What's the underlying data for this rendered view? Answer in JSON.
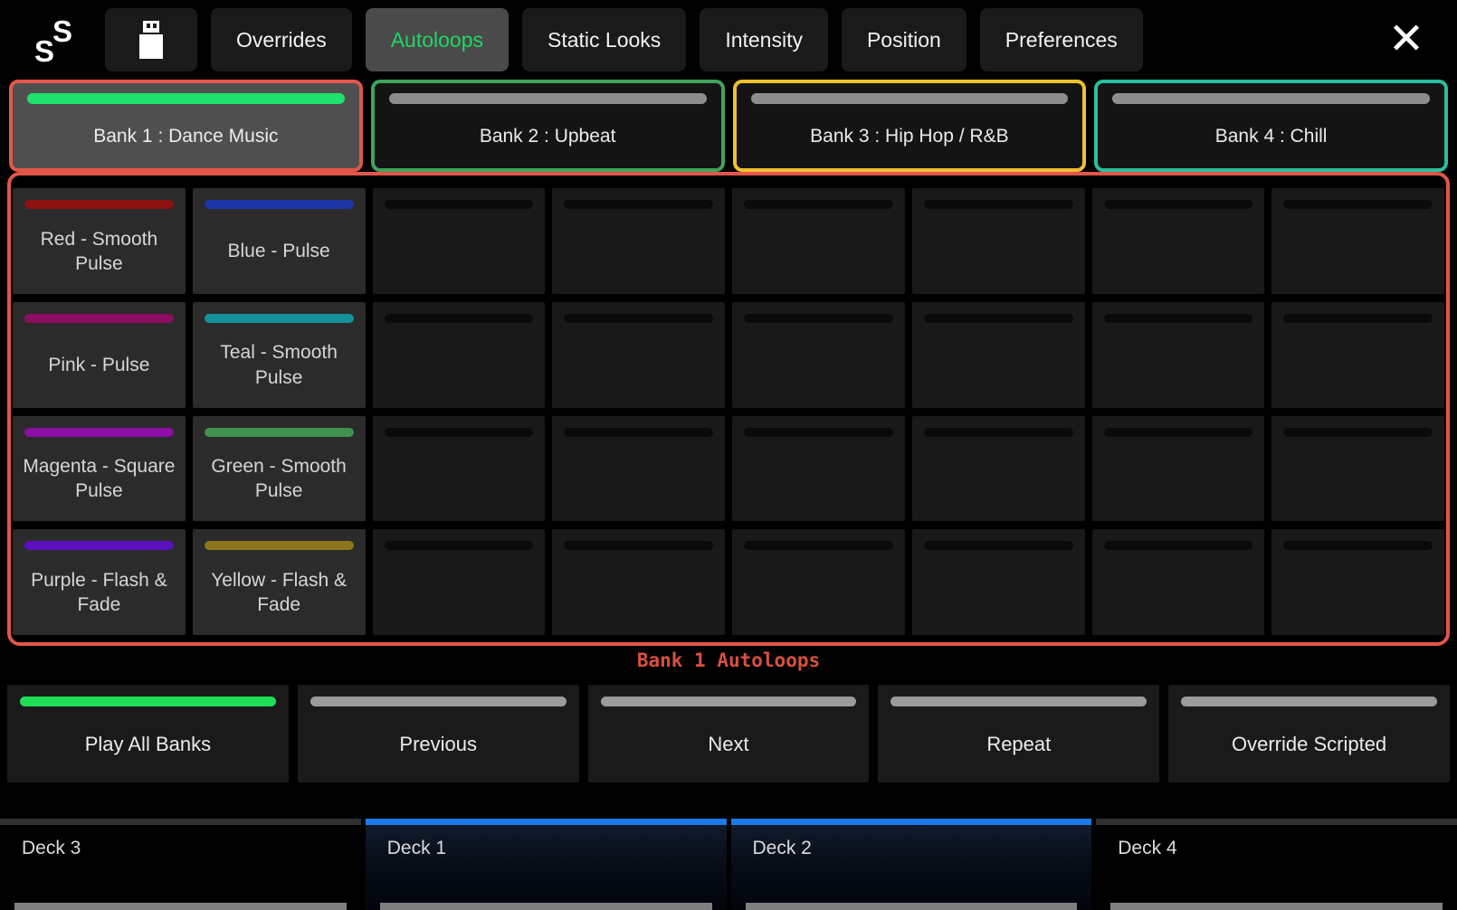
{
  "colors": {
    "active_tab_green": "#1fd763",
    "grid_outline_red": "#e2564a",
    "deck_active_blue": "#1b79e8",
    "caption_red": "#d9503e"
  },
  "topbar": {
    "logo_glyph": "S",
    "close_glyph": "✕",
    "tabs": [
      {
        "label": "Overrides"
      },
      {
        "label": "Autoloops",
        "state_class": "active"
      },
      {
        "label": "Static Looks"
      },
      {
        "label": "Intensity"
      },
      {
        "label": "Position"
      },
      {
        "label": "Preferences"
      }
    ]
  },
  "banks": [
    {
      "label": "Bank 1 : Dance Music",
      "border": "#e2564a",
      "bg": "#4f4f4f",
      "bar": "#1ee26c"
    },
    {
      "label": "Bank 2 : Upbeat",
      "border": "#3fa45c",
      "bg": "#141414",
      "bar": "#8d8d8d"
    },
    {
      "label": "Bank 3 : Hip Hop / R&B",
      "border": "#f0c02f",
      "bg": "#141414",
      "bar": "#8d8d8d"
    },
    {
      "label": "Bank 4 : Chill",
      "border": "#2abf9d",
      "bg": "#141414",
      "bar": "#8d8d8d"
    }
  ],
  "loop_grid": {
    "cells": [
      {
        "label": "Red - Smooth Pulse",
        "bar": "#8c1111",
        "bg": "#2b2b2b"
      },
      {
        "label": "Blue - Pulse",
        "bar": "#1c36a7",
        "bg": "#2b2b2b"
      },
      {
        "label": "",
        "bar": "#0a0a0a",
        "bg": "#191919"
      },
      {
        "label": "",
        "bar": "#0a0a0a",
        "bg": "#191919"
      },
      {
        "label": "",
        "bar": "#0a0a0a",
        "bg": "#191919"
      },
      {
        "label": "",
        "bar": "#0a0a0a",
        "bg": "#191919"
      },
      {
        "label": "",
        "bar": "#0a0a0a",
        "bg": "#191919"
      },
      {
        "label": "",
        "bar": "#0a0a0a",
        "bg": "#191919"
      },
      {
        "label": "Pink - Pulse",
        "bar": "#8e0e63",
        "bg": "#2b2b2b"
      },
      {
        "label": "Teal - Smooth Pulse",
        "bar": "#16919e",
        "bg": "#2b2b2b"
      },
      {
        "label": "",
        "bar": "#0a0a0a",
        "bg": "#191919"
      },
      {
        "label": "",
        "bar": "#0a0a0a",
        "bg": "#191919"
      },
      {
        "label": "",
        "bar": "#0a0a0a",
        "bg": "#191919"
      },
      {
        "label": "",
        "bar": "#0a0a0a",
        "bg": "#191919"
      },
      {
        "label": "",
        "bar": "#0a0a0a",
        "bg": "#191919"
      },
      {
        "label": "",
        "bar": "#0a0a0a",
        "bg": "#191919"
      },
      {
        "label": "Magenta - Square Pulse",
        "bar": "#8c0da4",
        "bg": "#2b2b2b"
      },
      {
        "label": "Green - Smooth Pulse",
        "bar": "#3f9150",
        "bg": "#2b2b2b"
      },
      {
        "label": "",
        "bar": "#0a0a0a",
        "bg": "#191919"
      },
      {
        "label": "",
        "bar": "#0a0a0a",
        "bg": "#191919"
      },
      {
        "label": "",
        "bar": "#0a0a0a",
        "bg": "#191919"
      },
      {
        "label": "",
        "bar": "#0a0a0a",
        "bg": "#191919"
      },
      {
        "label": "",
        "bar": "#0a0a0a",
        "bg": "#191919"
      },
      {
        "label": "",
        "bar": "#0a0a0a",
        "bg": "#191919"
      },
      {
        "label": "Purple - Flash & Fade",
        "bar": "#5a10bd",
        "bg": "#2b2b2b"
      },
      {
        "label": "Yellow - Flash & Fade",
        "bar": "#8e751b",
        "bg": "#2b2b2b"
      },
      {
        "label": "",
        "bar": "#0a0a0a",
        "bg": "#191919"
      },
      {
        "label": "",
        "bar": "#0a0a0a",
        "bg": "#191919"
      },
      {
        "label": "",
        "bar": "#0a0a0a",
        "bg": "#191919"
      },
      {
        "label": "",
        "bar": "#0a0a0a",
        "bg": "#191919"
      },
      {
        "label": "",
        "bar": "#0a0a0a",
        "bg": "#191919"
      },
      {
        "label": "",
        "bar": "#0a0a0a",
        "bg": "#191919"
      }
    ]
  },
  "caption": {
    "text": "Bank 1 Autoloops"
  },
  "transport": [
    {
      "label": "Play All Banks",
      "bar": "#1fdd57"
    },
    {
      "label": "Previous",
      "bar": "#9b9b9b"
    },
    {
      "label": "Next",
      "bar": "#9b9b9b"
    },
    {
      "label": "Repeat",
      "bar": "#9b9b9b"
    },
    {
      "label": "Override Scripted",
      "bar": "#9b9b9b"
    }
  ],
  "decks": [
    {
      "label": "Deck 3",
      "accent": "#2f2f2f"
    },
    {
      "label": "Deck 1",
      "accent": "#1b79e8",
      "state_class": "active"
    },
    {
      "label": "Deck 2",
      "accent": "#1b79e8",
      "state_class": "active"
    },
    {
      "label": "Deck 4",
      "accent": "#2f2f2f"
    }
  ]
}
